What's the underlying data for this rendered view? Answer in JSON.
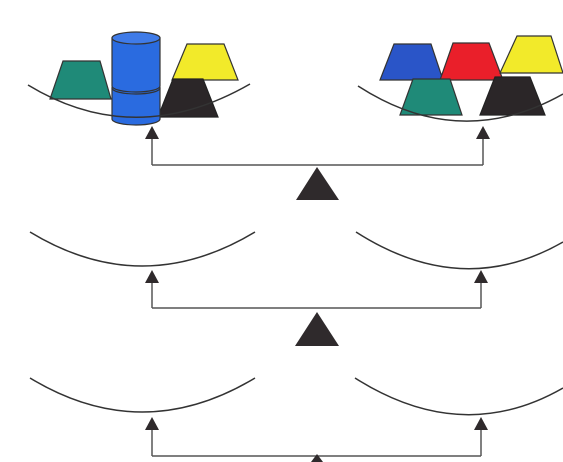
{
  "colors": {
    "stroke": "#333333",
    "line": "#555555",
    "fulcrum": "#2f2a2c",
    "green": "#1f8a78",
    "blue": "#2a55c8",
    "yellow": "#f2ea2a",
    "red": "#ea1f2a",
    "dark": "#2b2628",
    "cylinder_blue": "#2a6be0"
  },
  "balances": [
    {
      "name": "balance-1",
      "left_pan": [
        "green-trapezoid",
        "blue-cylinder",
        "blue-cylinder",
        "yellow-trapezoid",
        "dark-trapezoid"
      ],
      "right_pan": [
        "blue-trapezoid",
        "red-trapezoid",
        "yellow-trapezoid",
        "green-trapezoid",
        "dark-trapezoid"
      ]
    },
    {
      "name": "balance-2",
      "left_pan": [],
      "right_pan": []
    },
    {
      "name": "balance-3",
      "left_pan": [],
      "right_pan": []
    }
  ]
}
